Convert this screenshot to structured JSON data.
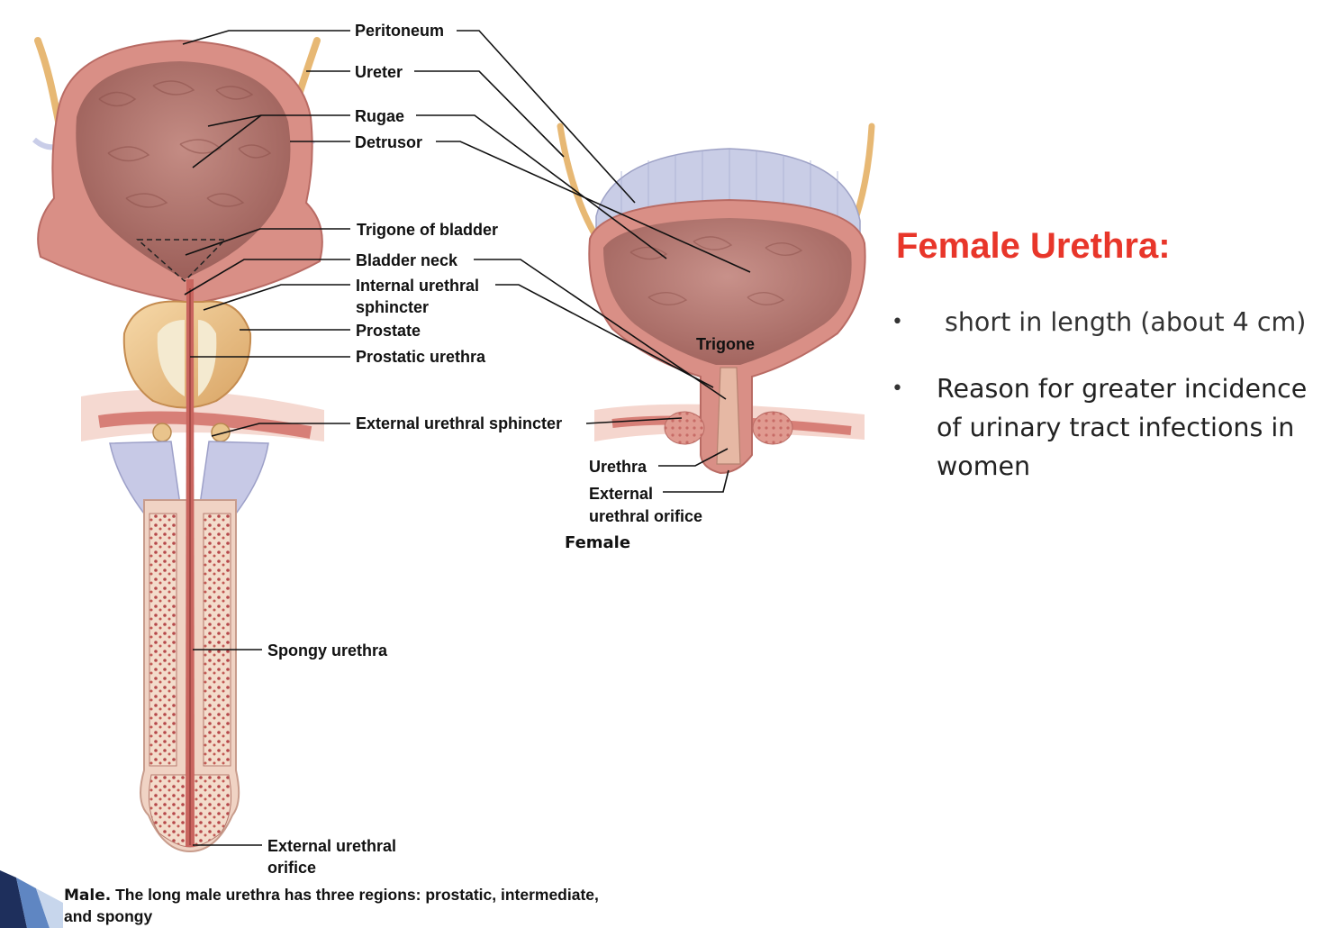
{
  "slide": {
    "heading": "Female Urethra:",
    "heading_color": "#e8362a",
    "bullets": [
      "short in length (about 4 cm)",
      "Reason for greater incidence of urinary tract infections in women"
    ]
  },
  "figure": {
    "male_labels": {
      "peritoneum": "Peritoneum",
      "ureter": "Ureter",
      "rugae": "Rugae",
      "detrusor": "Detrusor",
      "trigone_of_bladder": "Trigone of bladder",
      "bladder_neck": "Bladder neck",
      "internal_sphincter_1": "Internal urethral",
      "internal_sphincter_2": "sphincter",
      "prostate": "Prostate",
      "prostatic_urethra": "Prostatic urethra",
      "external_sphincter": "External urethral sphincter",
      "spongy_urethra": "Spongy urethra",
      "external_orifice_1": "External urethral",
      "external_orifice_2": "orifice"
    },
    "female_labels": {
      "trigone": "Trigone",
      "urethra": "Urethra",
      "external_1": "External",
      "external_2": "urethral orifice",
      "caption": "Female"
    },
    "male_caption": {
      "lead": "Male.",
      "text": "The long male urethra has three regions: prostatic, intermediate, and spongy"
    },
    "colors": {
      "bladder_wall": "#d98f86",
      "bladder_inner": "#b77a73",
      "prostate": "#efc48e",
      "erectile": "#f1d8c3",
      "ureter": "#e7b874"
    }
  }
}
